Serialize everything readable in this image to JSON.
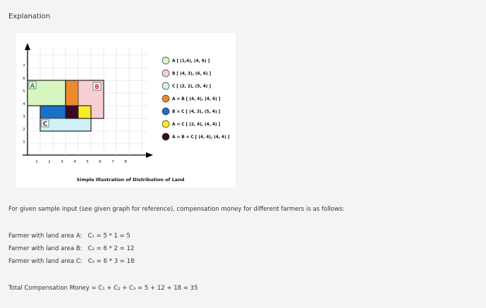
{
  "heading": "Explanation",
  "figure": {
    "caption": "Simple Illustration of Distribution of Land",
    "x_ticks": [
      "1",
      "2",
      "3",
      "4",
      "5",
      "6",
      "7",
      "8"
    ],
    "y_ticks": [
      "1",
      "2",
      "3",
      "4",
      "5",
      "6",
      "7"
    ],
    "region_labels": {
      "a": "A",
      "b": "B",
      "c": "C"
    },
    "legend": [
      {
        "text": "A [ (1,4), (4, 6) ]",
        "color": "#d7f5c0"
      },
      {
        "text": "B [ (4, 3), (6, 6) ]",
        "color": "#f7cfd2"
      },
      {
        "text": "C [ (2, 2), (5, 4) ]",
        "color": "#cff1f5"
      },
      {
        "text": "A ∩ B  [ (4, 4), (4, 6) ]",
        "color": "#ec8a2c"
      },
      {
        "text": "B ∩ C [ (4, 3), (5, 4) ]",
        "color": "#1a6fc9"
      },
      {
        "text": "A ∩ C [ (2, 4), (4, 4) ]",
        "color": "#f8ea2a"
      },
      {
        "text": "A ∩ B ∩ C [ (4, 4), (4, 4) ]",
        "color": "#3b0a24"
      }
    ]
  },
  "intro": "For given sample input (see given graph for reference), compensation money for different farmers is as follows:",
  "farmers": [
    {
      "label": "Farmer with land area A:",
      "formula": "C₁ = 5 * 1 = 5"
    },
    {
      "label": "Farmer with land area B:",
      "formula": "C₂ = 6 * 2 = 12"
    },
    {
      "label": "Farmer with land area C:",
      "formula": "C₃ = 6 * 3 = 18"
    }
  ],
  "total": "Total Compensation Money = C₁ + C₂ + C₃ = 5 + 12 + 18 = 35"
}
